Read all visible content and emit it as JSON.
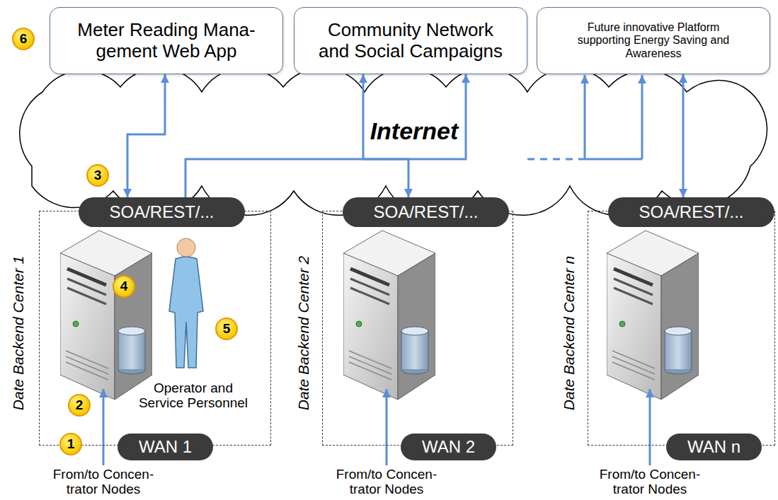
{
  "diagram": {
    "nodes": [
      {
        "text": [
          "Meter Reading Mana- gement Web App"
        ]
      },
      {
        "text": [
          "Community Network and Social Campaigns"
        ]
      },
      {
        "text": [
          "Future innovative Platform supporting Energy Saving and Awareness"
        ]
      },
      {
        "text": [
          "Internet"
        ]
      },
      {
        "text": [
          "Date Backend Center 1"
        ]
      },
      {
        "text": [
          "SOA/REST/..."
        ],
        "in": 4
      },
      {
        "text": [
          "WAN 1"
        ],
        "in": 4
      },
      {
        "text": [
          "Date Backend Center 2"
        ]
      },
      {
        "text": [
          "SOA/REST/..."
        ],
        "in": 7
      },
      {
        "text": [
          "WAN 2"
        ],
        "in": 7
      },
      {
        "text": [
          "Date Backend Center n"
        ]
      },
      {
        "text": [
          "SOA/REST/..."
        ],
        "in": 10
      },
      {
        "text": [
          "WAN n"
        ],
        "in": 10
      }
    ],
    "edges": [
      {
        "from": 5,
        "to": 0,
        "arrow": "both"
      },
      {
        "from": 5,
        "to": 1,
        "arrow": "to"
      },
      {
        "from": 1,
        "to": 8,
        "arrow": "both"
      },
      {
        "from": 11,
        "to": 2,
        "arrow": "both"
      }
    ],
    "labels": [
      "6",
      "3",
      "4",
      "5",
      "Operator and Service Personnel",
      "2",
      "1",
      "From/to Concen- trator Nodes",
      "From/to Concen- trator Nodes",
      "From/to Concen- trator Nodes"
    ]
  }
}
